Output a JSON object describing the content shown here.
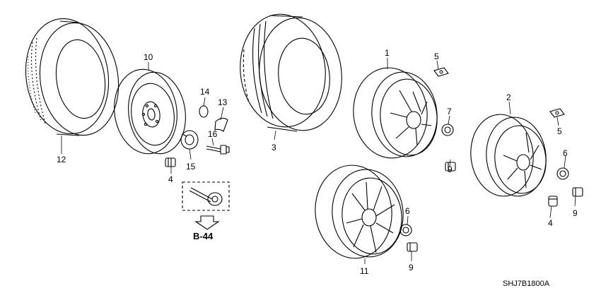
{
  "diagram": {
    "callouts": [
      "1",
      "2",
      "3",
      "4",
      "4",
      "5",
      "5",
      "6",
      "6",
      "7",
      "9",
      "9",
      "9",
      "10",
      "11",
      "12",
      "13",
      "14",
      "15",
      "16"
    ],
    "reference_label": "B-44",
    "drawing_code": "SHJ7B1800A"
  }
}
